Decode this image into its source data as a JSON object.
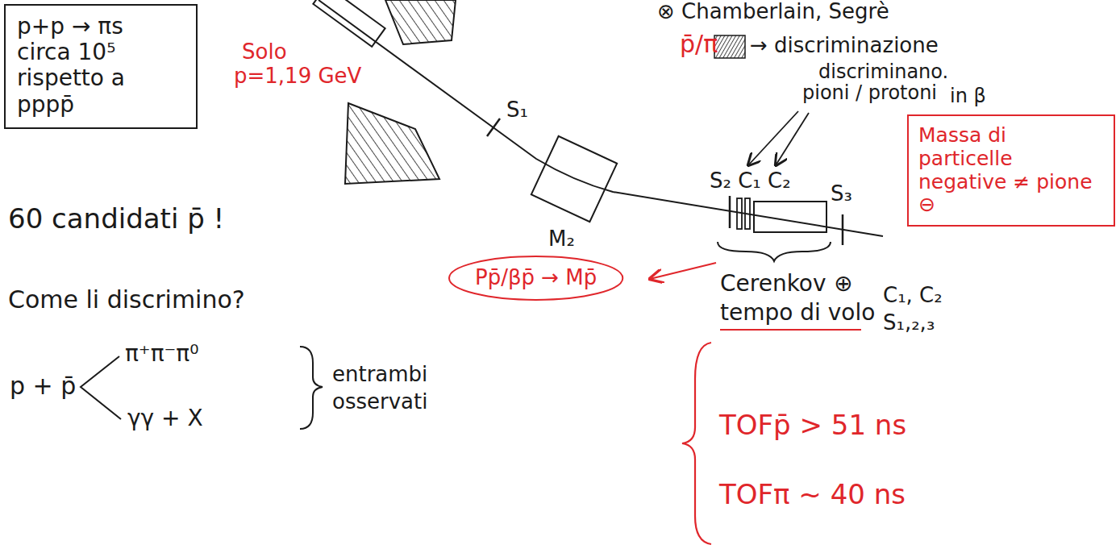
{
  "diagram": {
    "nodes": [
      {
        "text": [
          "p+p → πs circa 10⁵ rispetto a pppp̄"
        ]
      },
      {
        "text": [
          "Massa di particelle negative ≠ pione ⊖"
        ]
      },
      {
        "text": [
          "Pp̄/βp̄ → Mp̄"
        ]
      }
    ],
    "labels": [
      "⊗ Chamberlain, Segrè",
      "Solo",
      "p=1,19 GeV",
      "p̄/π",
      "→ discriminazione",
      "discriminano.",
      "pioni / protoni",
      "in β",
      "S₁",
      "M₂",
      "S₂ C₁ C₂",
      "S₃",
      "Cerenkov",
      "⊕",
      "tempo di volo",
      "C₁, C₂",
      "S₁,₂,₃",
      "60 candidati p̄ !",
      "Come li discrimino?",
      "p + p̄",
      "π⁺π⁻π⁰",
      "γγ + X",
      "entrambi",
      "osservati",
      "TOFp̄ > 51 ns",
      "TOFπ ~ 40 ns"
    ]
  }
}
